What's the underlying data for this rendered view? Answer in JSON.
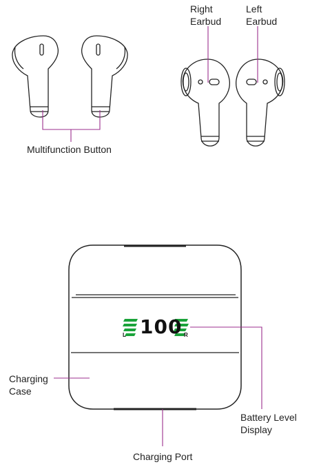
{
  "labels": {
    "right_earbud": [
      "Right",
      "Earbud"
    ],
    "left_earbud": [
      "Left",
      "Earbud"
    ],
    "multifunction_button": "Multifunction Button",
    "charging_case": [
      "Charging",
      "Case"
    ],
    "battery_level_display": [
      "Battery Level",
      "Display"
    ],
    "charging_port": "Charging Port"
  },
  "display": {
    "battery_level": "100",
    "left_indicator": "L",
    "right_indicator": "R"
  },
  "colors": {
    "callout_line": "#9b2d8c",
    "outline": "#222222",
    "display_bars": "#1aa33a"
  }
}
